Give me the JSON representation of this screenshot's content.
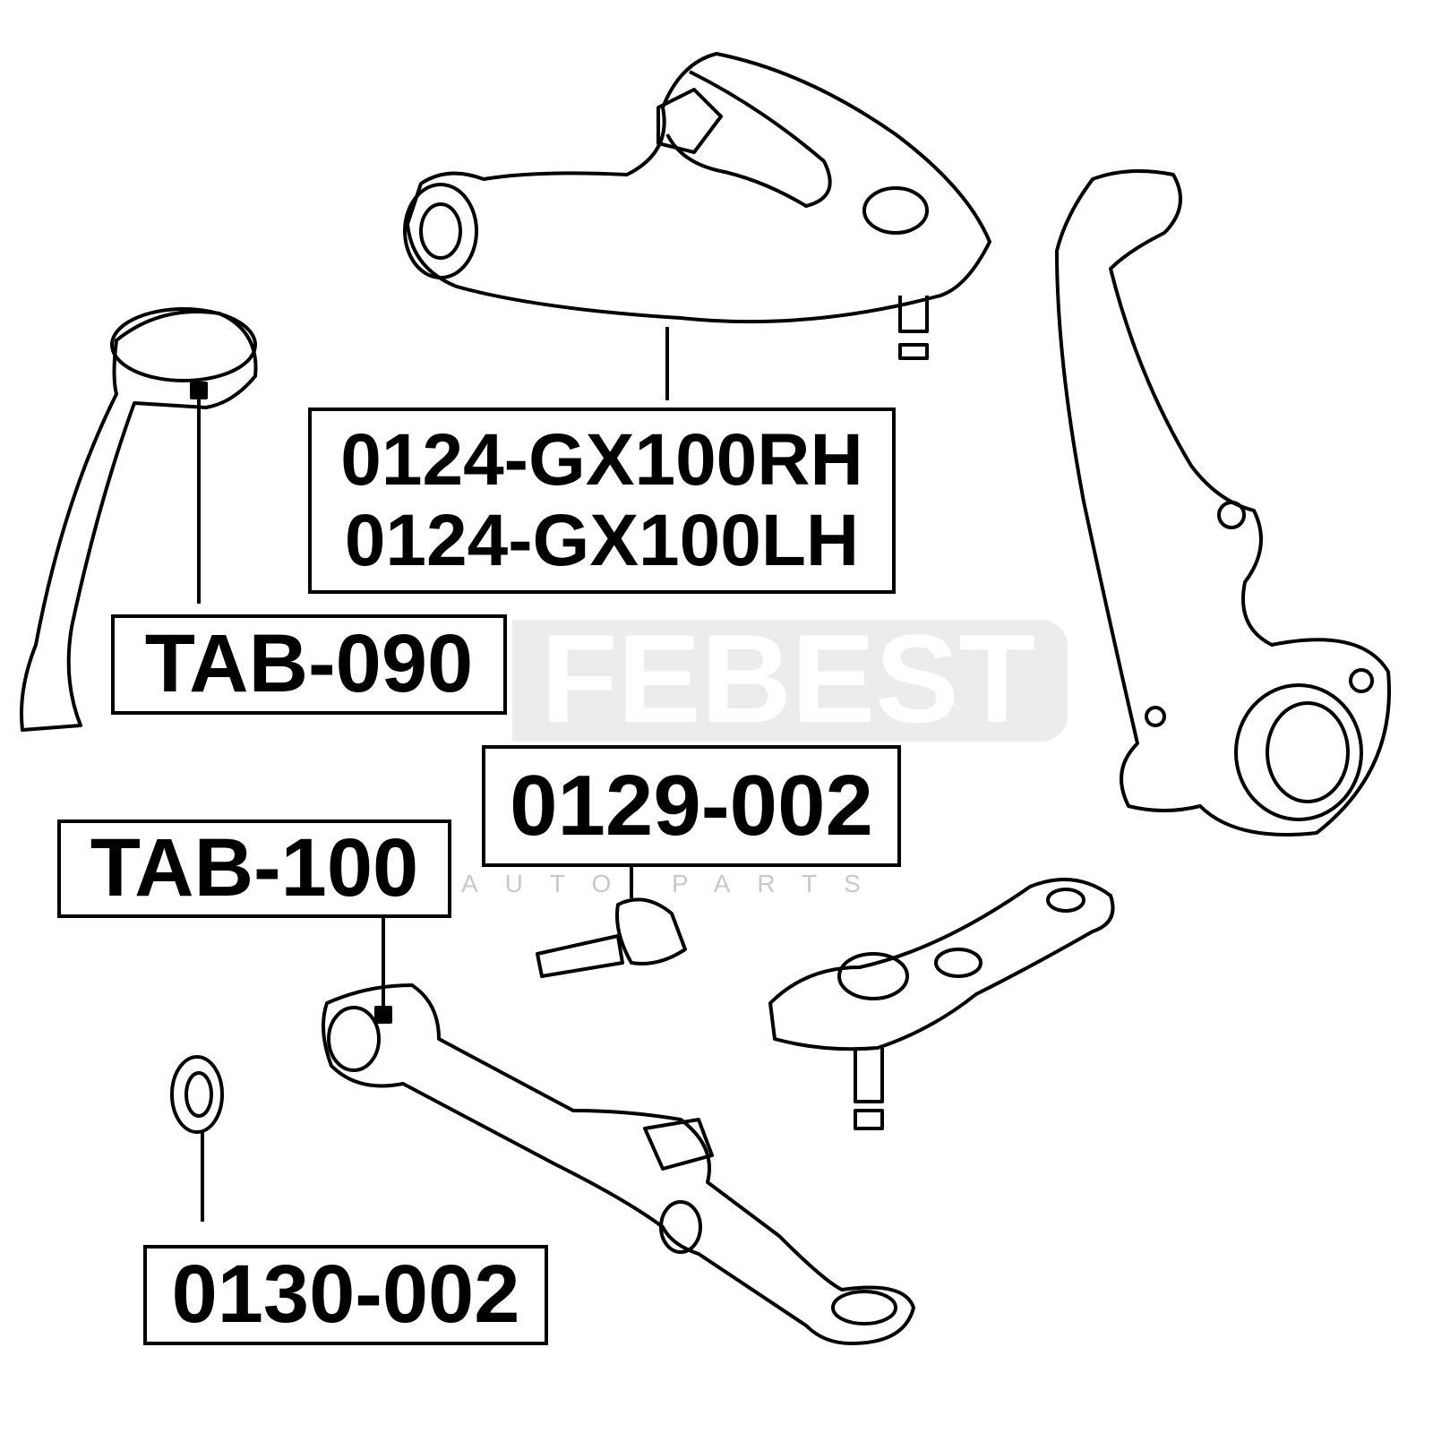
{
  "watermark": {
    "brand": "FEBEST",
    "tagline": "AUTO PARTS"
  },
  "labels": {
    "upper_arm_rh": "0124-GX100RH",
    "upper_arm_lh": "0124-GX100LH",
    "tab090": "TAB-090",
    "bolt": "0129-002",
    "tab100": "TAB-100",
    "bushing": "0130-002"
  }
}
